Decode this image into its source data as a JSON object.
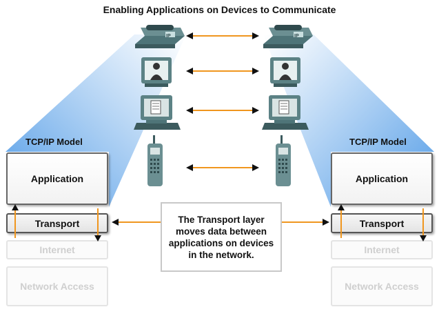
{
  "title": "Enabling Applications on Devices  to Communicate",
  "left_model": {
    "heading": "TCP/IP Model",
    "layers": [
      "Application",
      "Transport",
      "Internet",
      "Network Access"
    ]
  },
  "right_model": {
    "heading": "TCP/IP Model",
    "layers": [
      "Application",
      "Transport",
      "Internet",
      "Network Access"
    ]
  },
  "note": "The Transport layer moves data between applications on devices in the network.",
  "devices": [
    "ip-phone",
    "video-terminal",
    "document-computer",
    "mobile-phone"
  ],
  "phone_label": "IP",
  "colors": {
    "arrow": "#f0961e",
    "beam": "#5aa0e6",
    "device": "#6b8f92",
    "faded_text": "#cfcfcf"
  }
}
